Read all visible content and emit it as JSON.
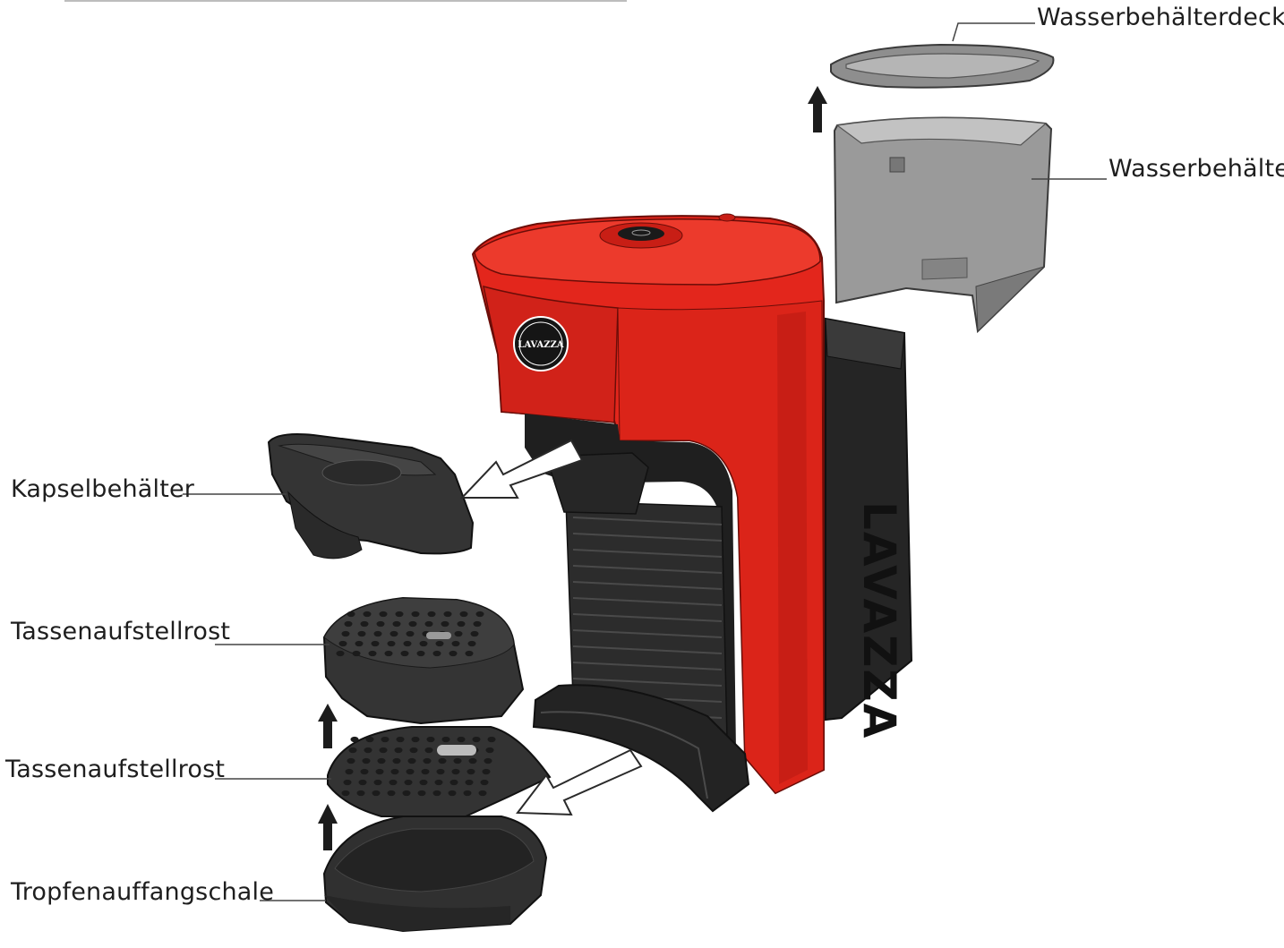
{
  "labels": {
    "lid": "Wasserbehälterdeckel",
    "tank": "Wasserbehälter",
    "capsule": "Kapselbehälter",
    "grid_top": "Tassenaufstellrost",
    "grid_bottom": "Tassenaufstellrost",
    "tray": "Tropfenauffangschale"
  },
  "colors": {
    "machine_red": "#e3261c",
    "machine_red_dark": "#b81912",
    "part_dark": "#2d2d2d",
    "tank_grey": "#8a8a8a",
    "leader_line": "#444444"
  },
  "icons": {
    "arrow_up": "arrow-up-icon",
    "arrow_out": "arrow-out-icon",
    "brand_logo": "brand-logo"
  }
}
